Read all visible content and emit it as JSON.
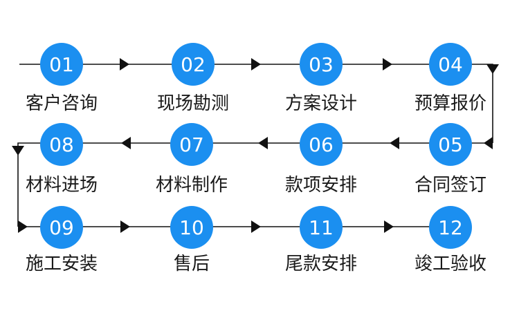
{
  "steps": [
    {
      "num": "01",
      "label": "客户咨询"
    },
    {
      "num": "02",
      "label": "现场勘测"
    },
    {
      "num": "03",
      "label": "方案设计"
    },
    {
      "num": "04",
      "label": "预算报价"
    },
    {
      "num": "05",
      "label": "合同签订"
    },
    {
      "num": "06",
      "label": "款项安排"
    },
    {
      "num": "07",
      "label": "材料制作"
    },
    {
      "num": "08",
      "label": "材料进场"
    },
    {
      "num": "09",
      "label": "施工安装"
    },
    {
      "num": "10",
      "label": "售后"
    },
    {
      "num": "11",
      "label": "尾款安排"
    },
    {
      "num": "12",
      "label": "竣工验收"
    }
  ],
  "colors": {
    "node": "#1b8ff0",
    "line": "#111111",
    "text": "#1a1a1a"
  }
}
